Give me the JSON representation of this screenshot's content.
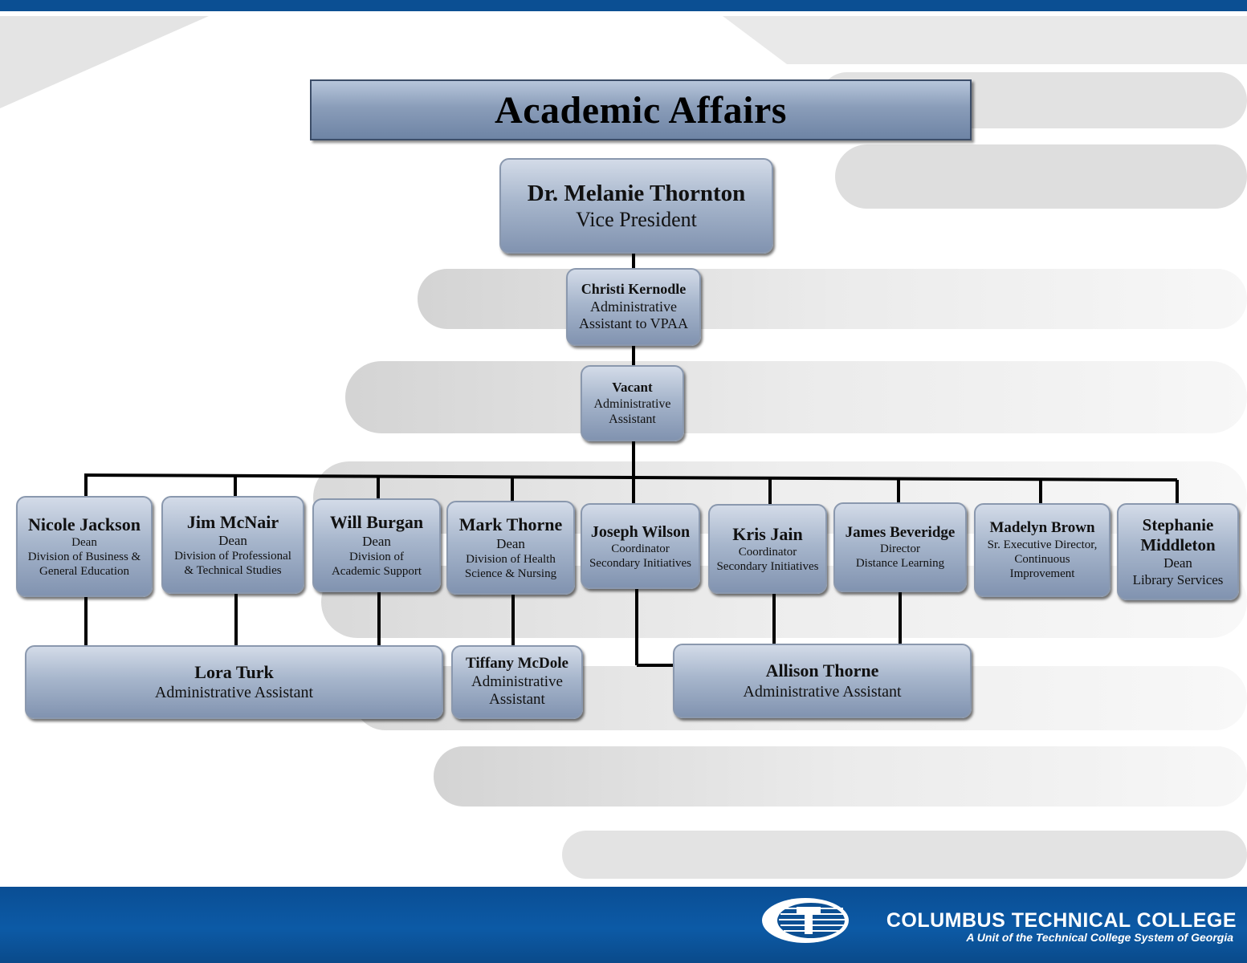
{
  "title": "Academic Affairs",
  "vp": {
    "name": "Dr. Melanie Thornton",
    "title": "Vice President"
  },
  "admin_vpaa": {
    "name": "Christi Kernodle",
    "title_line1": "Administrative",
    "title_line2": "Assistant to VPAA"
  },
  "vacant": {
    "name": "Vacant",
    "title_line1": "Administrative",
    "title_line2": "Assistant"
  },
  "staff": [
    {
      "name": "Nicole Jackson",
      "role": "Dean",
      "unit_line1": "Division of Business &",
      "unit_line2": "General Education"
    },
    {
      "name": "Jim McNair",
      "role": "Dean",
      "unit_line1": "Division of Professional",
      "unit_line2": "& Technical Studies"
    },
    {
      "name": "Will Burgan",
      "role": "Dean",
      "unit_line1": "Division of",
      "unit_line2": "Academic Support"
    },
    {
      "name": "Mark Thorne",
      "role": "Dean",
      "unit_line1": "Division of Health",
      "unit_line2": "Science & Nursing"
    },
    {
      "name": "Joseph Wilson",
      "role": "Coordinator",
      "unit_line1": "Secondary Initiatives"
    },
    {
      "name": "Kris Jain",
      "role": "Coordinator",
      "unit_line1": "Secondary Initiatives"
    },
    {
      "name": "James Beveridge",
      "role": "Director",
      "unit_line1": "Distance Learning"
    },
    {
      "name": "Madelyn Brown",
      "role": "Sr. Executive Director,",
      "unit_line1": "Continuous",
      "unit_line2": "Improvement"
    },
    {
      "name_line1": "Stephanie",
      "name_line2": "Middleton",
      "role": "Dean",
      "unit_line1": "Library Services"
    }
  ],
  "assistants": [
    {
      "name": "Lora Turk",
      "title": "Administrative Assistant"
    },
    {
      "name": "Tiffany McDole",
      "title_line1": "Administrative",
      "title_line2": "Assistant"
    },
    {
      "name": "Allison Thorne",
      "title": "Administrative Assistant"
    }
  ],
  "footer": {
    "logo_icon": "columbus-tech-globe-logo",
    "college_name": "COLUMBUS TECHNICAL COLLEGE",
    "college_subtitle": "A Unit of the Technical College System of Georgia"
  },
  "colors": {
    "brand_blue": "#0b4f93",
    "box_gradient_top": "#d3dbe8",
    "box_gradient_bottom": "#8193b0",
    "connector": "#000000"
  }
}
